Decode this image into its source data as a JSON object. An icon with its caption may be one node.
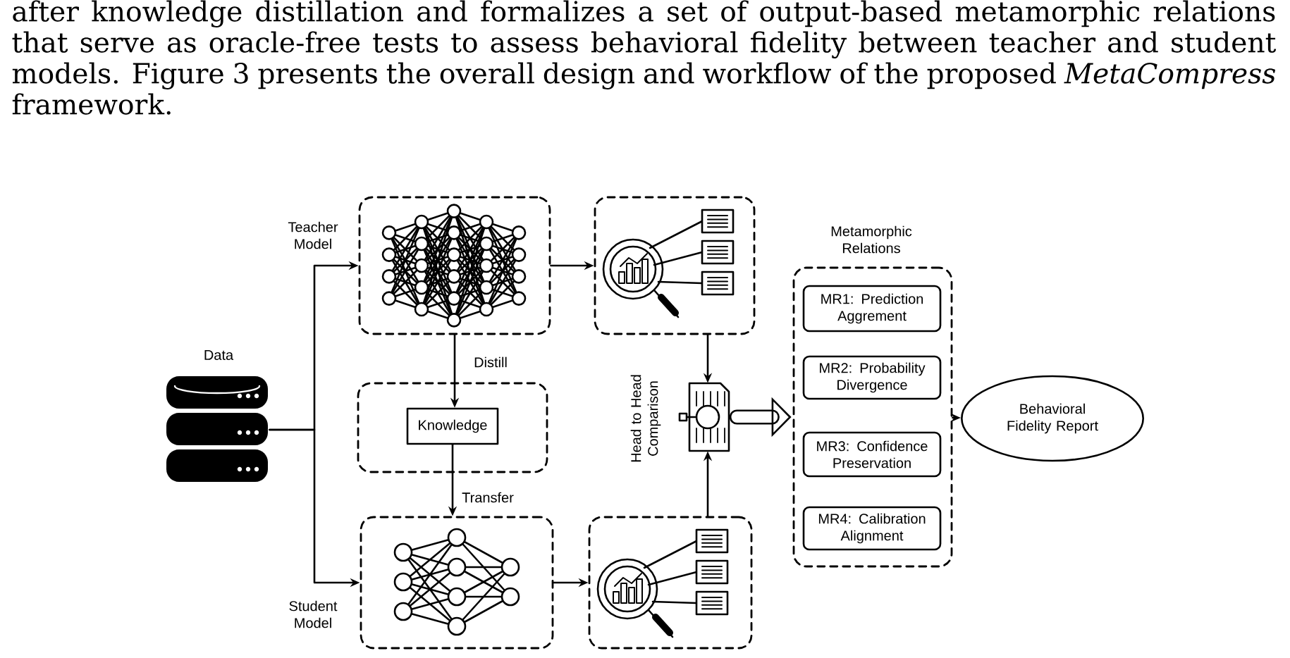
{
  "diagram": {
    "nodes": [
      {
        "text": [
          "Data"
        ]
      },
      {
        "text": [],
        "shape": "box",
        "beside": [
          "Teacher Model"
        ]
      },
      {
        "text": [],
        "shape": "box"
      },
      {
        "text": [
          "Knowledge"
        ],
        "in": 2
      },
      {
        "text": [],
        "shape": "box",
        "beside": [
          "Student Model"
        ]
      },
      {
        "text": [],
        "shape": "box"
      },
      {
        "text": [],
        "shape": "box"
      },
      {
        "text": [],
        "shape": "picture",
        "beside": [
          "Head to Head Comparison"
        ]
      },
      {
        "text": [
          "Metamorphic Relations"
        ]
      },
      {
        "text": [
          "MR1: Prediction Aggrement"
        ],
        "in": 8
      },
      {
        "text": [
          "MR2: Probability Divergence"
        ],
        "in": 8
      },
      {
        "text": [
          "MR3: Confidence Preservation"
        ],
        "in": 8
      },
      {
        "text": [
          "MR4: Calibration Alignment"
        ],
        "in": 8
      },
      {
        "text": [
          "Behavioral Fidelity Report"
        ]
      }
    ],
    "edges": [
      {
        "from": 0,
        "to": 1,
        "arrow": "to"
      },
      {
        "from": 0,
        "to": 4,
        "arrow": "to"
      },
      {
        "from": 1,
        "to": 3,
        "arrow": "to",
        "label": "Distill"
      },
      {
        "from": 3,
        "to": 4,
        "arrow": "to",
        "label": "Transfer"
      },
      {
        "from": 1,
        "to": 5,
        "arrow": "to"
      },
      {
        "from": 4,
        "to": 6,
        "arrow": "to"
      },
      {
        "from": 5,
        "to": 7,
        "arrow": "to"
      },
      {
        "from": 6,
        "to": 7,
        "arrow": "to"
      },
      {
        "from": 7,
        "to": 8,
        "arrow": "to",
        "style": "thick"
      },
      {
        "from": 8,
        "to": 13,
        "arrow": "to"
      }
    ],
    "labels": [
      "after knowledge distillation and formalizes a set of output-based metamorphic relations that serve as oracle-free tests to assess behavioral fidelity between teacher and student models. Figure 3 presents the overall design and workflow of the proposed *MetaCompress* framework."
    ]
  }
}
